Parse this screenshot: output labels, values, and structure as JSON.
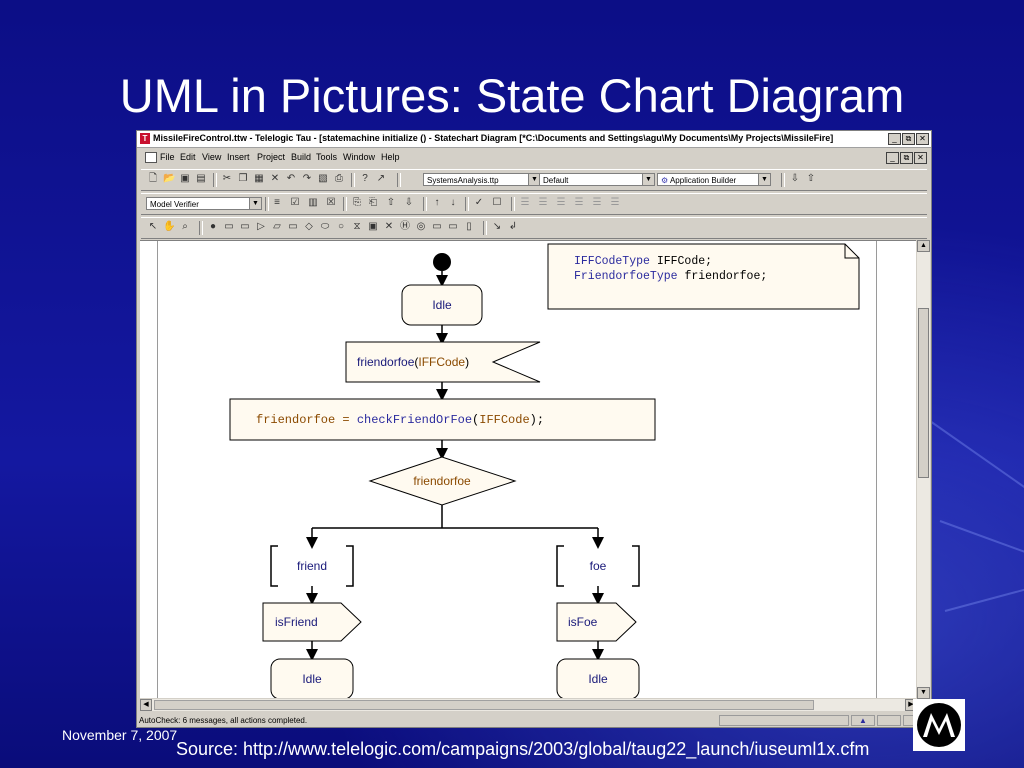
{
  "slide": {
    "title": "UML in Pictures: State Chart Diagram",
    "date": "November 7, 2007",
    "source": "Source: http://www.telelogic.com/campaigns/2003/global/taug22_launch/iuseuml1x.cfm"
  },
  "window": {
    "title": "MissileFireControl.ttw - Telelogic Tau - [statemachine initialize () - Statechart Diagram [*C:\\Documents and Settings\\agu\\My Documents\\My Projects\\MissileFire]",
    "app_icon_letter": "T",
    "buttons": {
      "minimize": "_",
      "restore": "⧉",
      "close": "✕"
    }
  },
  "menubar": {
    "items": [
      "File",
      "Edit",
      "View",
      "Insert",
      "Project",
      "Build",
      "Tools",
      "Window",
      "Help"
    ]
  },
  "toolbar1": {
    "icons": [
      "new-file-icon",
      "open-folder-icon",
      "save-icon",
      "save-all-icon",
      "cut-icon",
      "copy-icon",
      "paste-icon",
      "delete-icon",
      "undo-icon",
      "redo-icon",
      "properties-icon",
      "print-icon",
      "help-icon",
      "context-help-icon"
    ],
    "combo_file": "SystemsAnalysis.ttp",
    "combo_config": "Default",
    "combo_builder": "Application Builder"
  },
  "toolbar2": {
    "combo_verifier": "Model Verifier"
  },
  "diagram": {
    "note_line1_type": "IFFCodeType",
    "note_line1_var": "IFFCode;",
    "note_line2_type": "FriendorfoeType",
    "note_line2_var": "friendorfoe;",
    "state_idle_top": "Idle",
    "signal_name": "friendorfoe",
    "signal_paren_open": "(",
    "signal_param": "IFFCode",
    "signal_paren_close": ")",
    "task_lhs": "friendorfoe = ",
    "task_func": "checkFriendOrFoe",
    "task_arg_open": "(",
    "task_arg": "IFFCode",
    "task_arg_close": ");",
    "decision": "friendorfoe",
    "answer_left": "friend",
    "answer_right": "foe",
    "output_left": "isFriend",
    "output_right": "isFoe",
    "state_idle_left": "Idle",
    "state_idle_right": "Idle"
  },
  "statusbar": {
    "text": "AutoCheck: 6     messages, all actions completed."
  },
  "colors": {
    "slide_bg": "#1418a0",
    "keyword_blue": "#2b2b9e",
    "param_brown": "#8b4a00",
    "shape_fill": "#fffaf0"
  }
}
